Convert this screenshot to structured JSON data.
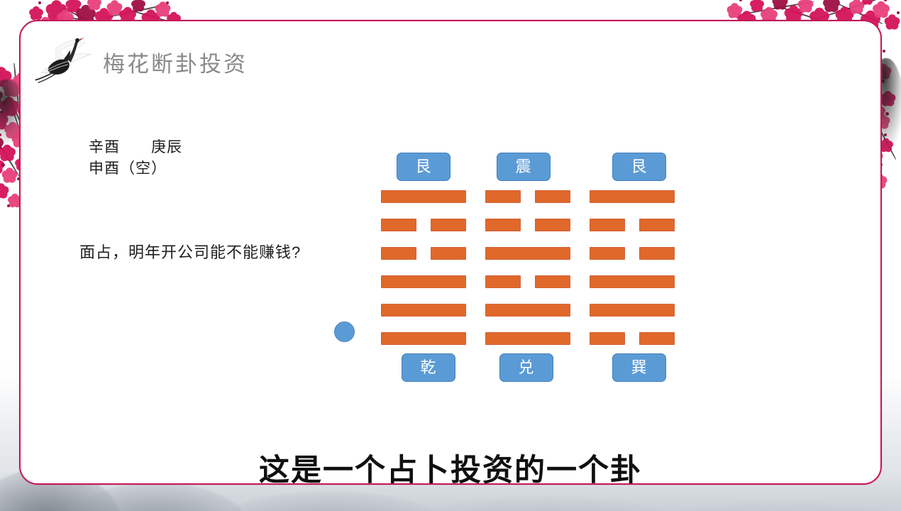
{
  "header": {
    "title": "梅花断卦投资",
    "logo_icon": "flying-crane-icon"
  },
  "info": {
    "ganzhi": "辛酉　　庚辰\n申酉（空）",
    "question": "面占，明年开公司能不能赚钱?"
  },
  "hexagram": {
    "marker_label": "moving-line-marker",
    "columns": [
      {
        "name": "column-1",
        "top_trigram": "艮",
        "bottom_trigram": "乾",
        "lines_top_to_bottom": [
          "full",
          "broken",
          "broken",
          "full",
          "full",
          "full"
        ],
        "marker": true
      },
      {
        "name": "column-2",
        "top_trigram": "震",
        "bottom_trigram": "兑",
        "lines_top_to_bottom": [
          "broken",
          "broken",
          "full",
          "broken",
          "full",
          "full"
        ],
        "marker": false
      },
      {
        "name": "column-3",
        "top_trigram": "艮",
        "bottom_trigram": "巽",
        "lines_top_to_bottom": [
          "full",
          "broken",
          "broken",
          "full",
          "full",
          "broken"
        ],
        "marker": false
      }
    ]
  },
  "caption": {
    "text": "这是一个占卜投资的一个卦"
  },
  "colors": {
    "line_orange": "#e0682a",
    "label_blue": "#5b9bd5",
    "border_crimson": "#c2185b",
    "title_grey": "#8a8a8a",
    "blossom_pink": "#d4145a"
  }
}
